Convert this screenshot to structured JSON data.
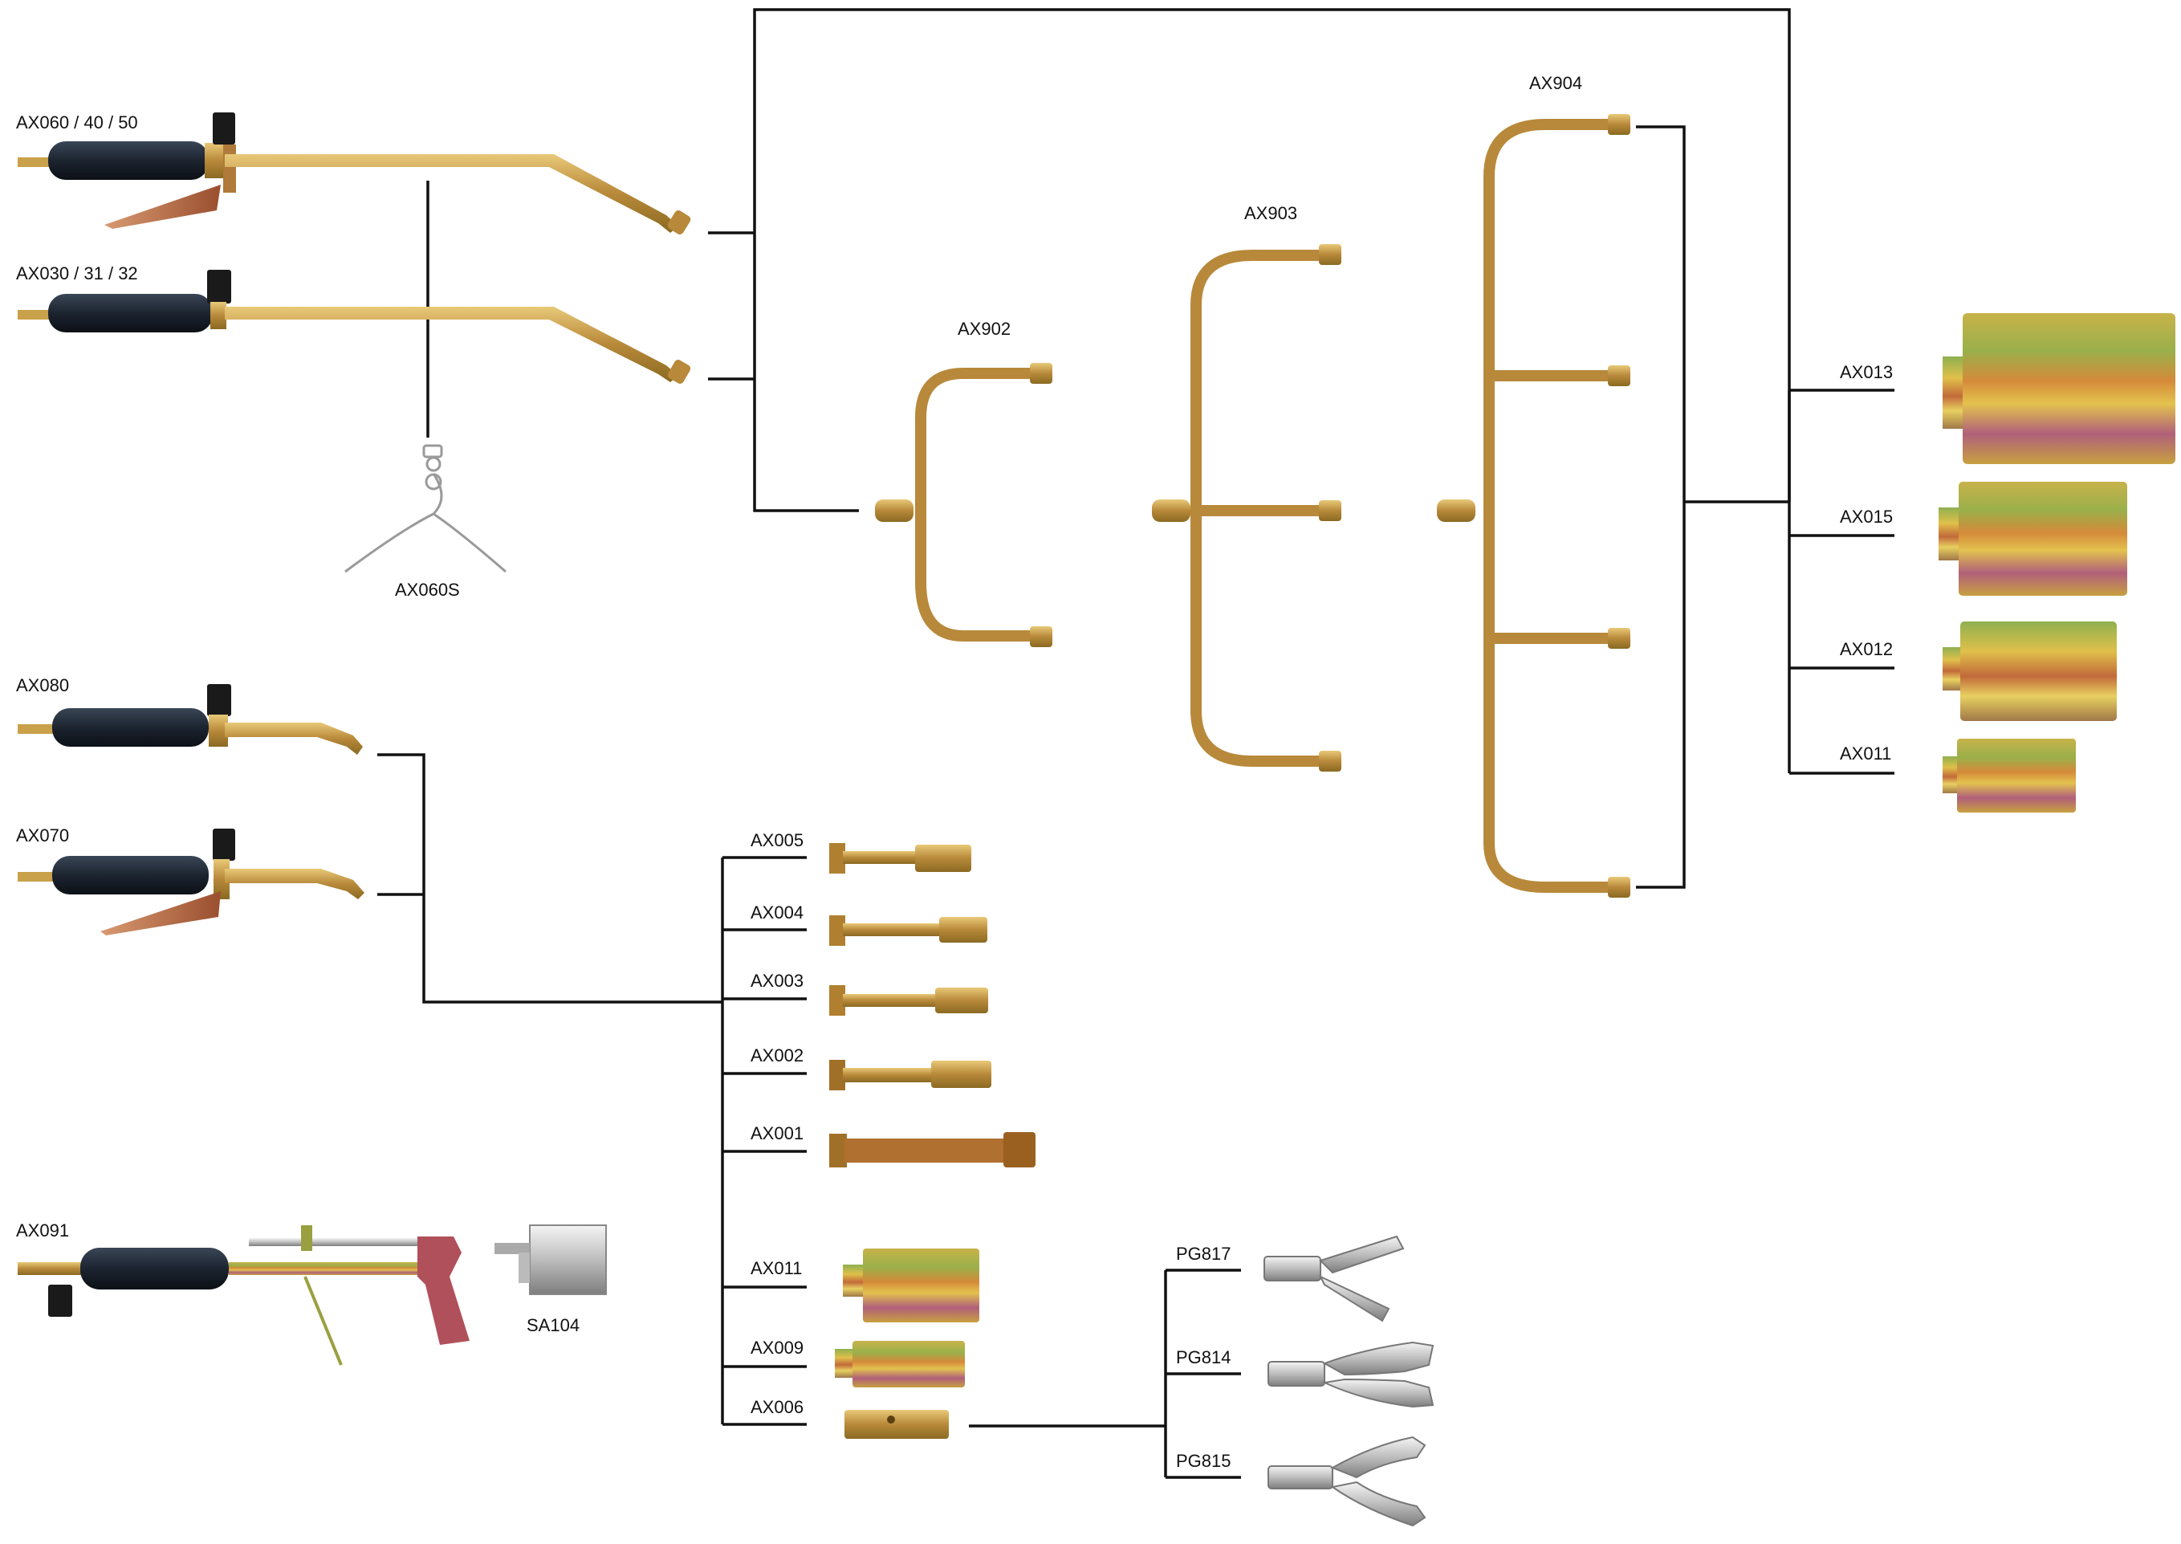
{
  "labels": {
    "torch_ax060": "AX060 / 40 / 50",
    "torch_ax030": "AX030 / 31 / 32",
    "ax060s": "AX060S",
    "torch_ax080": "AX080",
    "torch_ax070": "AX070",
    "torch_ax091": "AX091",
    "sa104": "SA104",
    "ax902": "AX902",
    "ax903": "AX903",
    "ax904": "AX904",
    "ax013": "AX013",
    "ax015": "AX015",
    "ax012": "AX012",
    "ax011_right": "AX011",
    "ax005": "AX005",
    "ax004": "AX004",
    "ax003": "AX003",
    "ax002": "AX002",
    "ax001": "AX001",
    "ax011_mid": "AX011",
    "ax009": "AX009",
    "ax006": "AX006",
    "pg817": "PG817",
    "pg814": "PG814",
    "pg815": "PG815"
  },
  "colors": {
    "line": "#111111",
    "brass": "#c9a14a",
    "brass_dark": "#8a6a22",
    "copper": "#c07a55",
    "handle": "#1c2430",
    "chrome": "#d4d4d4",
    "zinc_green": "#9ab04a",
    "zinc_gold": "#d7b040",
    "zinc_orange": "#d58a3a",
    "zinc_magenta": "#b0607a"
  }
}
